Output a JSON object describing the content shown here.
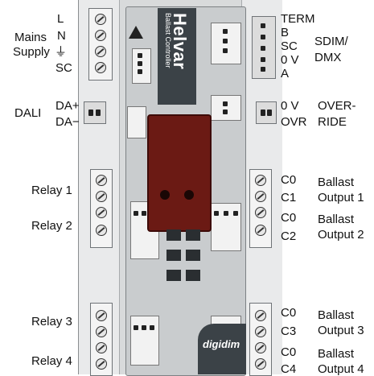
{
  "left_labels": {
    "mains_1": "Mains",
    "mains_2": "Supply",
    "L": "L",
    "N": "N",
    "earth_symbol": "⏚",
    "SC": "SC",
    "dali": "DALI",
    "da_plus": "DA+",
    "da_minus": "DA−",
    "relay_1": "Relay 1",
    "relay_2": "Relay 2",
    "relay_3": "Relay 3",
    "relay_4": "Relay 4"
  },
  "right_labels": {
    "term": "TERM",
    "b": "B",
    "sc": "SC",
    "zero_v": "0 V",
    "a": "A",
    "sdim_1": "SDIM/",
    "sdim_2": "DMX",
    "ovr_0v": "0 V",
    "ovr": "OVR",
    "override_1": "OVER-",
    "override_2": "RIDE",
    "c0_1": "C0",
    "c1": "C1",
    "ballast_1a": "Ballast",
    "ballast_1b": "Output 1",
    "c0_2": "C0",
    "c2": "C2",
    "ballast_2a": "Ballast",
    "ballast_2b": "Output 2",
    "c0_3": "C0",
    "c3": "C3",
    "ballast_3a": "Ballast",
    "ballast_3b": "Output 3",
    "c0_4": "C0",
    "c4": "C4",
    "ballast_4a": "Ballast",
    "ballast_4b": "Output 4"
  },
  "device": {
    "brand": "Helvar",
    "subtitle": "Ballast Controller",
    "logo": "digidim"
  }
}
